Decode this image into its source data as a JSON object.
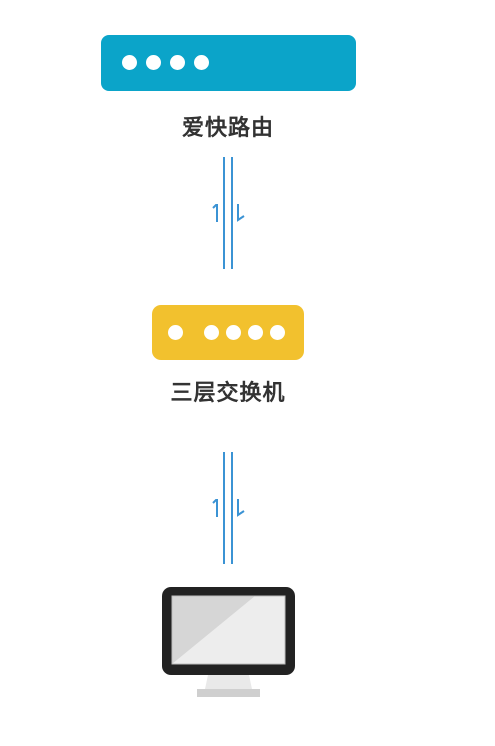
{
  "nodes": {
    "router": {
      "label": "爱快路由",
      "color": "#0ba4c9"
    },
    "switch": {
      "label": "三层交换机",
      "color": "#f2c12e"
    },
    "computer": {
      "screen_color": "#d6d6d6",
      "frame_color": "#222222"
    }
  },
  "links": [
    {
      "from": "router",
      "to": "switch",
      "direction": "bidirectional",
      "color": "#3b93d4"
    },
    {
      "from": "switch",
      "to": "computer",
      "direction": "bidirectional",
      "color": "#3b93d4"
    }
  ],
  "icons": [
    "up-arrow-icon",
    "down-arrow-icon",
    "monitor-icon"
  ]
}
